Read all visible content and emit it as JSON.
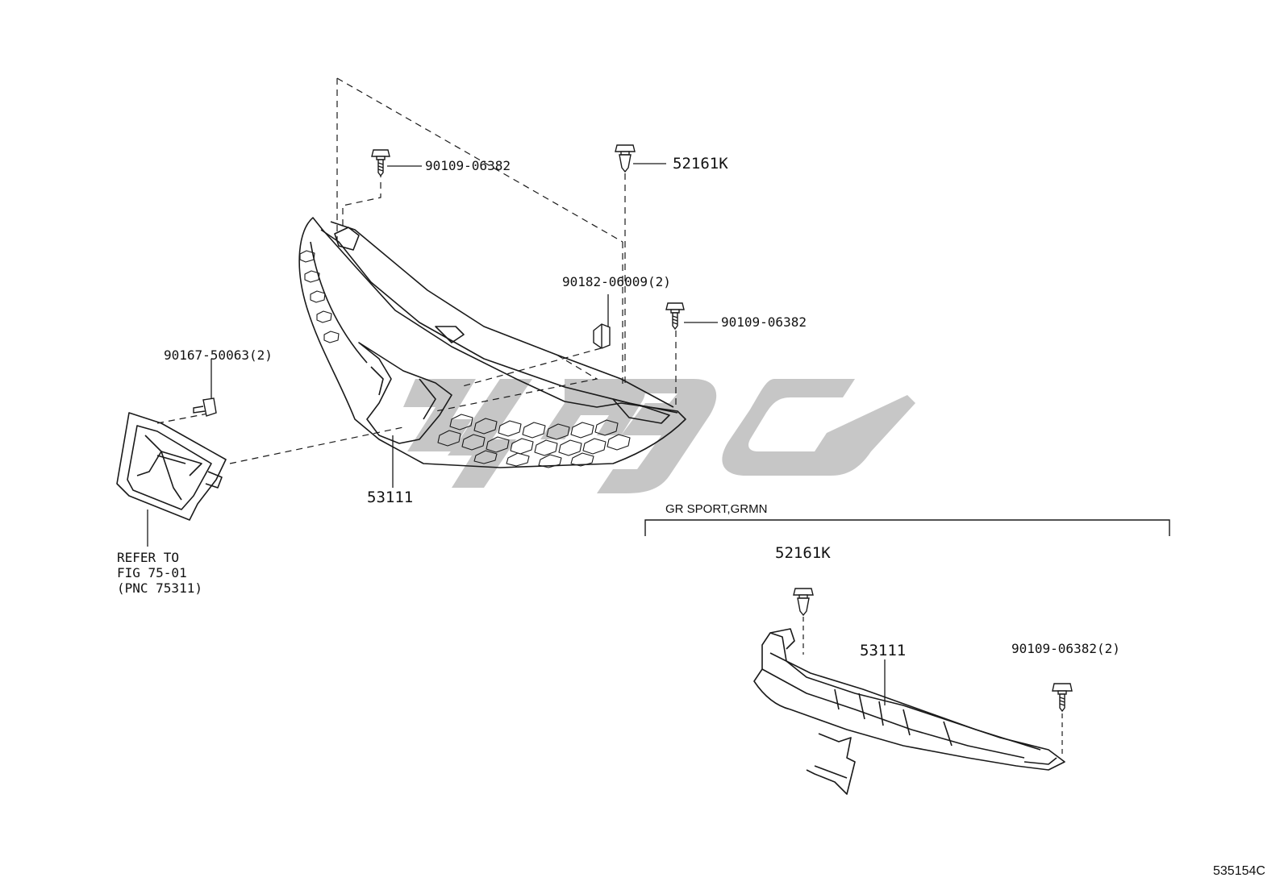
{
  "labels": {
    "bolt_top": "90109-06382",
    "clip_top": "52161K",
    "nut": "90182-06009(2)",
    "bolt_right": "90109-06382",
    "screw_left": "90167-50063(2)",
    "grille_main": "53111",
    "emblem_ref_1": "REFER TO",
    "emblem_ref_2": "FIG 75-01",
    "emblem_ref_3": "(PNC 75311)",
    "variant_header": "GR SPORT,GRMN",
    "clip_variant": "52161K",
    "grille_variant": "53111",
    "bolt_variant": "90109-06382(2)",
    "diagram_id": "535154C"
  },
  "watermark": {
    "color": "#c4c4c4"
  },
  "line_color": "#1a1a1a"
}
